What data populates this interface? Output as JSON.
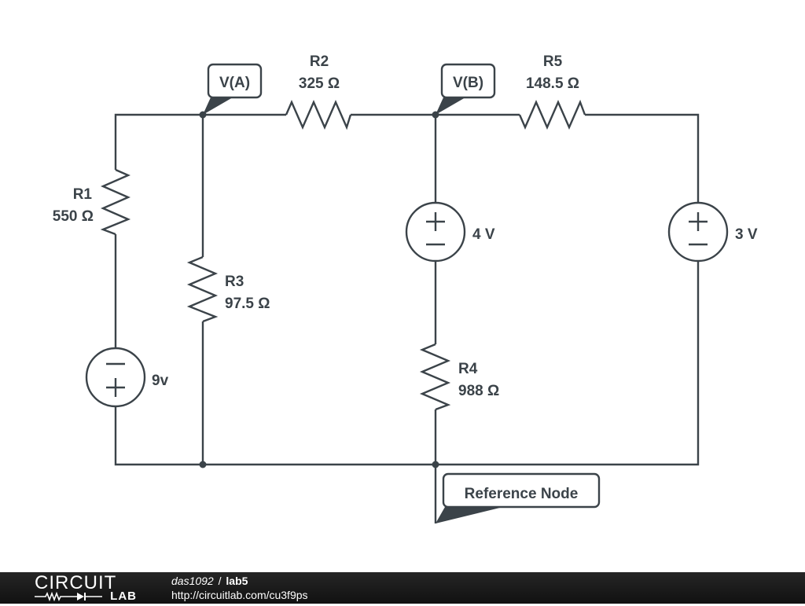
{
  "schematic": {
    "probes": {
      "node_a": "V(A)",
      "node_b": "V(B)",
      "reference": "Reference Node"
    },
    "resistors": [
      {
        "id": "R1",
        "name": "R1",
        "value": "550 Ω"
      },
      {
        "id": "R2",
        "name": "R2",
        "value": "325 Ω"
      },
      {
        "id": "R3",
        "name": "R3",
        "value": "97.5 Ω"
      },
      {
        "id": "R4",
        "name": "R4",
        "value": "988 Ω"
      },
      {
        "id": "R5",
        "name": "R5",
        "value": "148.5 Ω"
      }
    ],
    "sources": [
      {
        "id": "V1",
        "value": "9v",
        "orientation": "minus-top"
      },
      {
        "id": "V2",
        "value": "4 V",
        "orientation": "plus-top"
      },
      {
        "id": "V3",
        "value": "3 V",
        "orientation": "plus-top"
      }
    ],
    "colors": {
      "ink": "#3b4349",
      "background": "#ffffff",
      "footer": "#1a1a1a"
    }
  },
  "footer": {
    "logo_top": "CIRCUIT",
    "logo_bottom": "LAB",
    "user": "das1092",
    "separator": "/",
    "project": "lab5",
    "url": "http://circuitlab.com/cu3f9ps"
  }
}
